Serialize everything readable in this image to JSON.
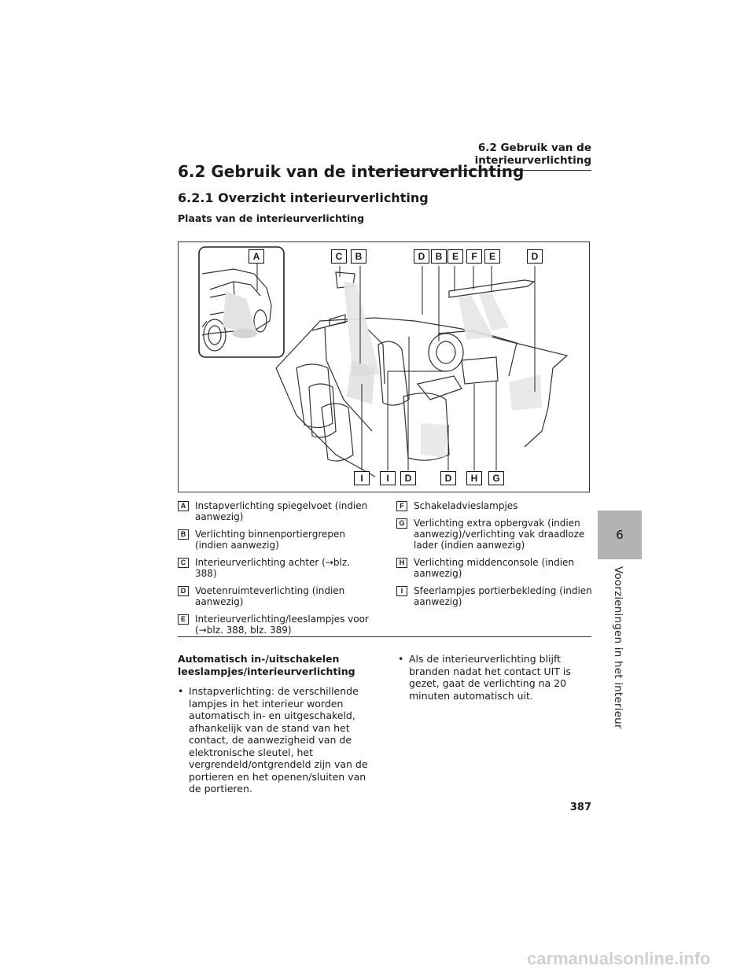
{
  "header": {
    "running_title": "6.2 Gebruik van de interieurverlichting"
  },
  "title": "6.2 Gebruik van de interieurverlichting",
  "subtitle": "6.2.1 Overzicht interieurverlichting",
  "figure_heading": "Plaats van de interieurverlichting",
  "figure": {
    "top_labels": [
      "C",
      "B",
      "D",
      "B",
      "E",
      "F",
      "E",
      "D"
    ],
    "inset_label": "A",
    "bottom_labels": [
      "I",
      "I",
      "D",
      "D",
      "H",
      "G"
    ]
  },
  "legend": {
    "left": [
      {
        "key": "A",
        "text": "Instapverlichting spiegelvoet (indien aanwezig)"
      },
      {
        "key": "B",
        "text": "Verlichting binnenportiergrepen (indien aanwezig)"
      },
      {
        "key": "C",
        "text": "Interieurverlichting achter (→blz. 388)"
      },
      {
        "key": "D",
        "text": "Voetenruimteverlichting (indien aanwezig)"
      },
      {
        "key": "E",
        "text": "Interieurverlichting/leeslampjes voor (→blz. 388, blz. 389)"
      }
    ],
    "right": [
      {
        "key": "F",
        "text": "Schakeladvieslampjes"
      },
      {
        "key": "G",
        "text": "Verlichting extra opbergvak (indien aanwezig)/verlichting vak draadloze lader (indien aanwezig)"
      },
      {
        "key": "H",
        "text": "Verlichting middenconsole (indien aanwezig)"
      },
      {
        "key": "I",
        "text": "Sfeerlampjes portierbekleding (indien aanwezig)"
      }
    ]
  },
  "section": {
    "subheading": "Automatisch in-/uitschakelen leeslampjes/interieurverlichting",
    "bullets_left": [
      "Instapverlichting: de verschillende lampjes in het interieur worden automatisch in- en uitgeschakeld, afhankelijk van de stand van het contact, de aanwezigheid van de elektronische sleutel, het vergrendeld/ontgrendeld zijn van de portieren en het openen/sluiten van de portieren."
    ],
    "bullets_right": [
      "Als de interieurverlichting blijft branden nadat het contact UIT is gezet, gaat de verlichting na 20 minuten automatisch uit."
    ]
  },
  "page_number": "387",
  "chapter": {
    "number": "6",
    "title": "Voorzieningen in het interieur"
  },
  "watermark": "carmanualsonline.info"
}
